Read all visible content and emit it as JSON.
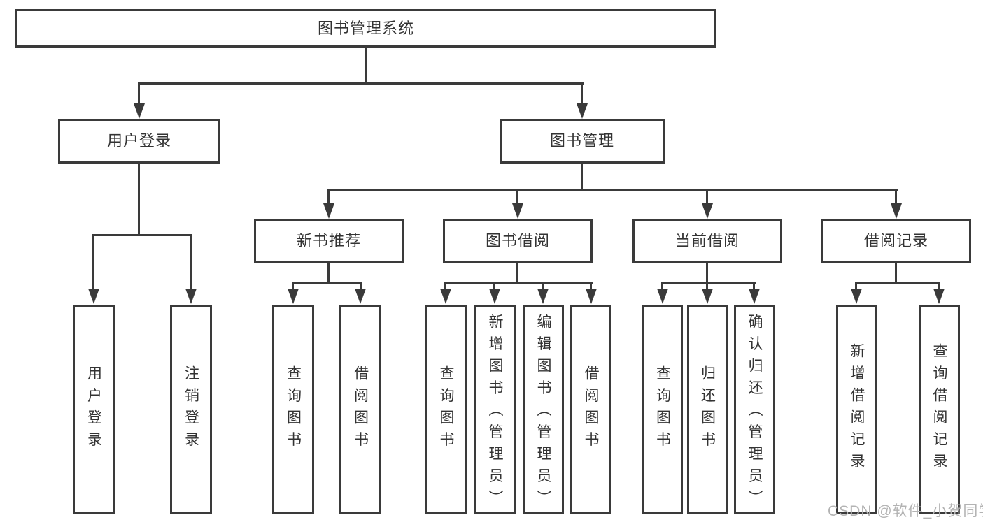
{
  "diagram": {
    "root": {
      "label": "图书管理系统"
    },
    "branches": [
      {
        "label": "用户登录",
        "children": [
          {
            "label": "用户登录"
          },
          {
            "label": "注销登录"
          }
        ]
      },
      {
        "label": "图书管理",
        "children": [
          {
            "label": "新书推荐",
            "children": [
              {
                "label": "查询图书"
              },
              {
                "label": "借阅图书"
              }
            ]
          },
          {
            "label": "图书借阅",
            "children": [
              {
                "label": "查询图书"
              },
              {
                "label": "新增图书（管理员）"
              },
              {
                "label": "编辑图书（管理员）"
              },
              {
                "label": "借阅图书"
              }
            ]
          },
          {
            "label": "当前借阅",
            "children": [
              {
                "label": "查询图书"
              },
              {
                "label": "归还图书"
              },
              {
                "label": "确认归还（管理员）"
              }
            ]
          },
          {
            "label": "借阅记录",
            "children": [
              {
                "label": "新增借阅记录"
              },
              {
                "label": "查询借阅记录"
              }
            ]
          }
        ]
      }
    ]
  },
  "watermark": {
    "text": "CSDN @软件_小贺同学"
  },
  "colors": {
    "line": "#3a3a3a",
    "text": "#333333",
    "watermark": "#b3b3b3",
    "background": "#ffffff"
  }
}
